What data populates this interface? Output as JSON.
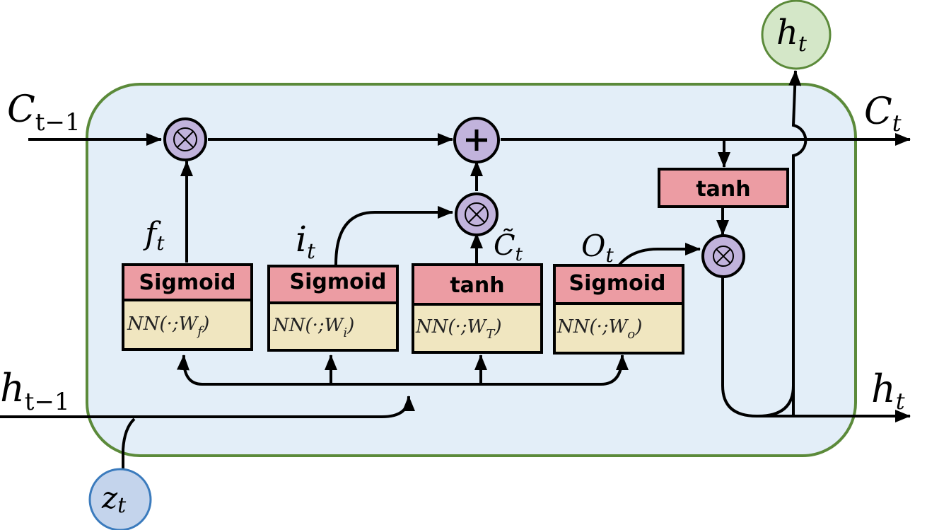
{
  "diagram": {
    "title": "LSTM cell",
    "colors": {
      "cell_fill": "#e3eef8",
      "cell_border": "#5b8a3a",
      "gate_fill": "#ec9ca3",
      "nn_fill": "#f0e6c0",
      "op_fill": "#c1b3dc",
      "ht_node_fill": "#d4e7c8",
      "ht_node_border": "#5b8a3a",
      "zt_node_fill": "#c4d4ec",
      "zt_node_border": "#3b7bbd"
    },
    "inputs": {
      "c_prev": {
        "base": "C",
        "sub": "t−1"
      },
      "h_prev": {
        "base": "h",
        "sub": "t−1"
      },
      "z": {
        "base": "z",
        "sub": "t"
      }
    },
    "outputs": {
      "c_out": {
        "base": "C",
        "sub": "t"
      },
      "h_out": {
        "base": "h",
        "sub": "t"
      },
      "h_node": {
        "base": "h",
        "sub": "t"
      }
    },
    "gate_signals": {
      "forget": {
        "base": "f",
        "sub": "t"
      },
      "input": {
        "base": "i",
        "sub": "t"
      },
      "candidate": {
        "base": "C̃",
        "sub": "t"
      },
      "output": {
        "base": "O",
        "sub": "t"
      }
    },
    "gates": [
      {
        "activation": "Sigmoid",
        "nn": "NN(·;W",
        "weight_sub": "f",
        "close": ")"
      },
      {
        "activation": "Sigmoid",
        "nn": "NN(·;W",
        "weight_sub": "i",
        "close": ")"
      },
      {
        "activation": "tanh",
        "nn": "NN(·;W",
        "weight_sub": "T",
        "close": ")"
      },
      {
        "activation": "Sigmoid",
        "nn": "NN(·;W",
        "weight_sub": "o",
        "close": ")"
      }
    ],
    "cell_tanh": "tanh",
    "ops": {
      "forget_mult": "⊗",
      "add": "+",
      "input_mult": "⊗",
      "output_mult": "⊗"
    }
  }
}
